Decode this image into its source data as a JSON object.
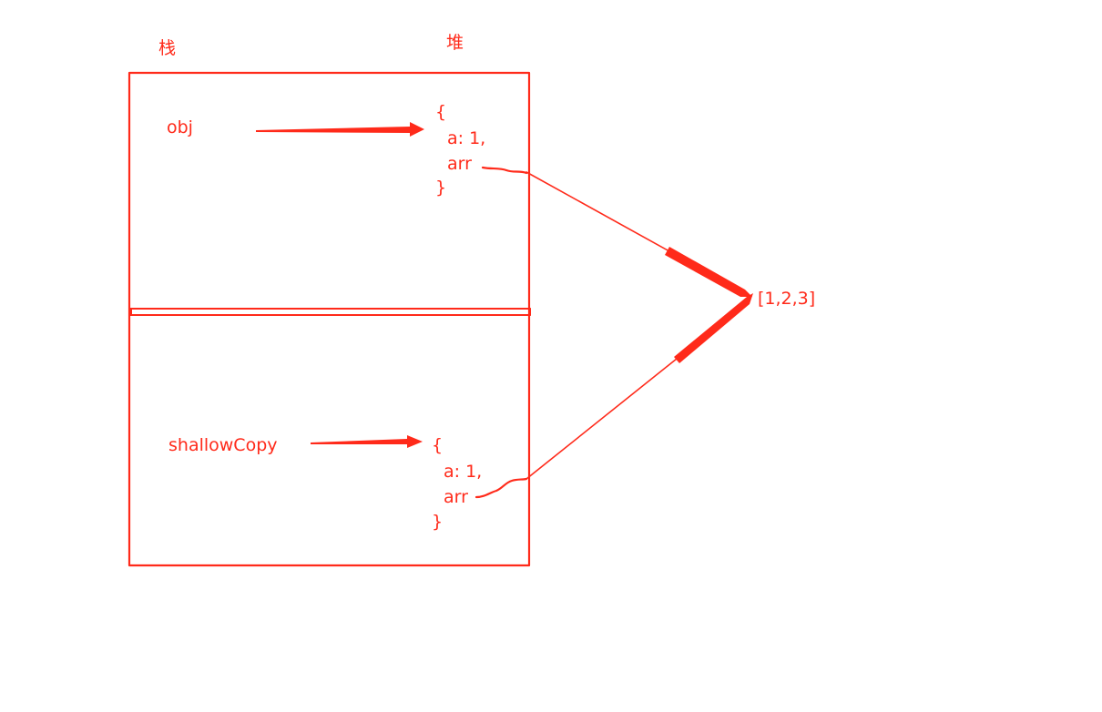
{
  "colors": {
    "ink": "#ff2a1a"
  },
  "labels": {
    "stack": "栈",
    "heap": "堆"
  },
  "top_block": {
    "variable": "obj",
    "object_lines": [
      "{",
      "a: 1,",
      "arr",
      "}"
    ]
  },
  "bottom_block": {
    "variable": "shallowCopy",
    "object_lines": [
      "{",
      "a: 1,",
      "arr",
      "}"
    ]
  },
  "shared_array": "[1,2,3]"
}
